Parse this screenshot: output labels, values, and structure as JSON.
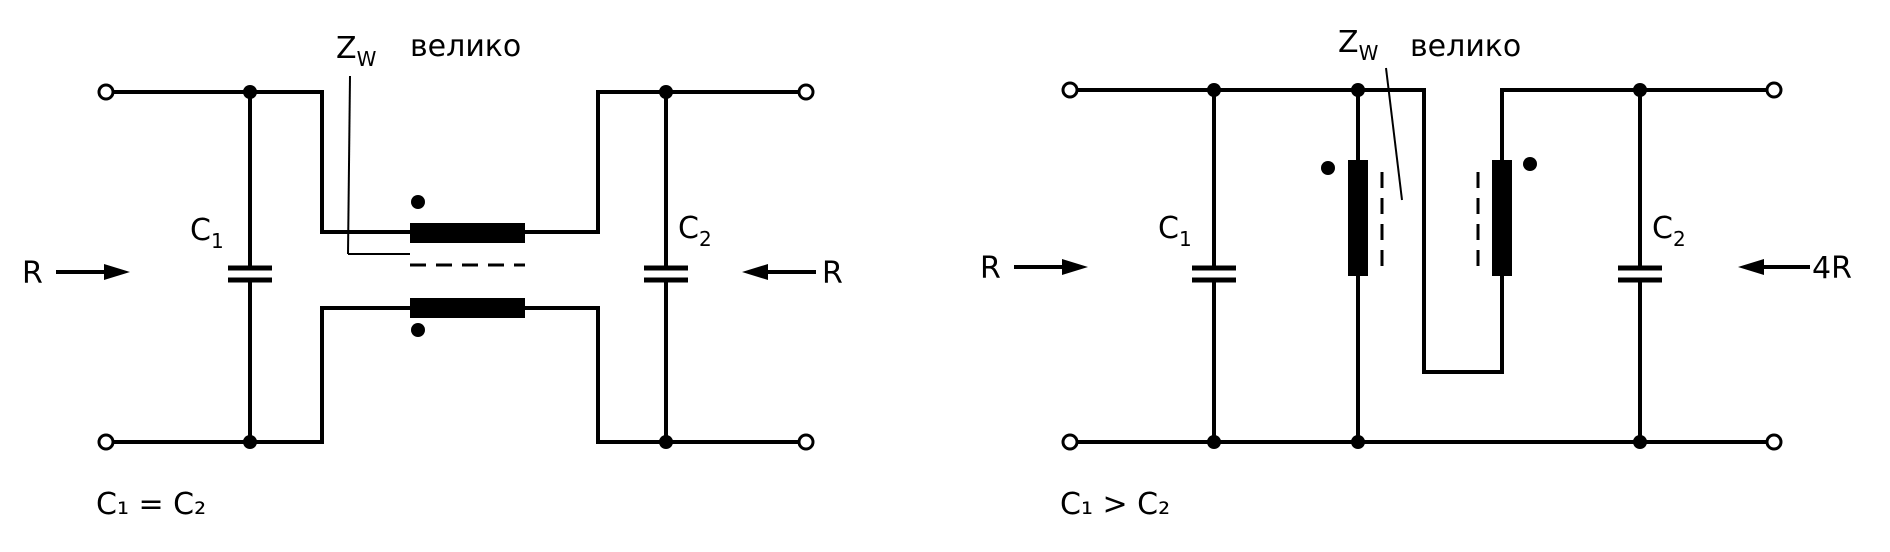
{
  "left": {
    "impedance_z": "Z",
    "impedance_sub": "W",
    "impedance_word": "велико",
    "cap1": "C",
    "cap1_sub": "1",
    "cap2": "C",
    "cap2_sub": "2",
    "input_label": "R",
    "output_label": "R",
    "condition": "C₁ = C₂"
  },
  "right": {
    "impedance_z": "Z",
    "impedance_sub": "W",
    "impedance_word": "велико",
    "cap1": "C",
    "cap1_sub": "1",
    "cap2": "C",
    "cap2_sub": "2",
    "input_label": "R",
    "output_label": "4R",
    "condition": "C₁ > C₂"
  }
}
